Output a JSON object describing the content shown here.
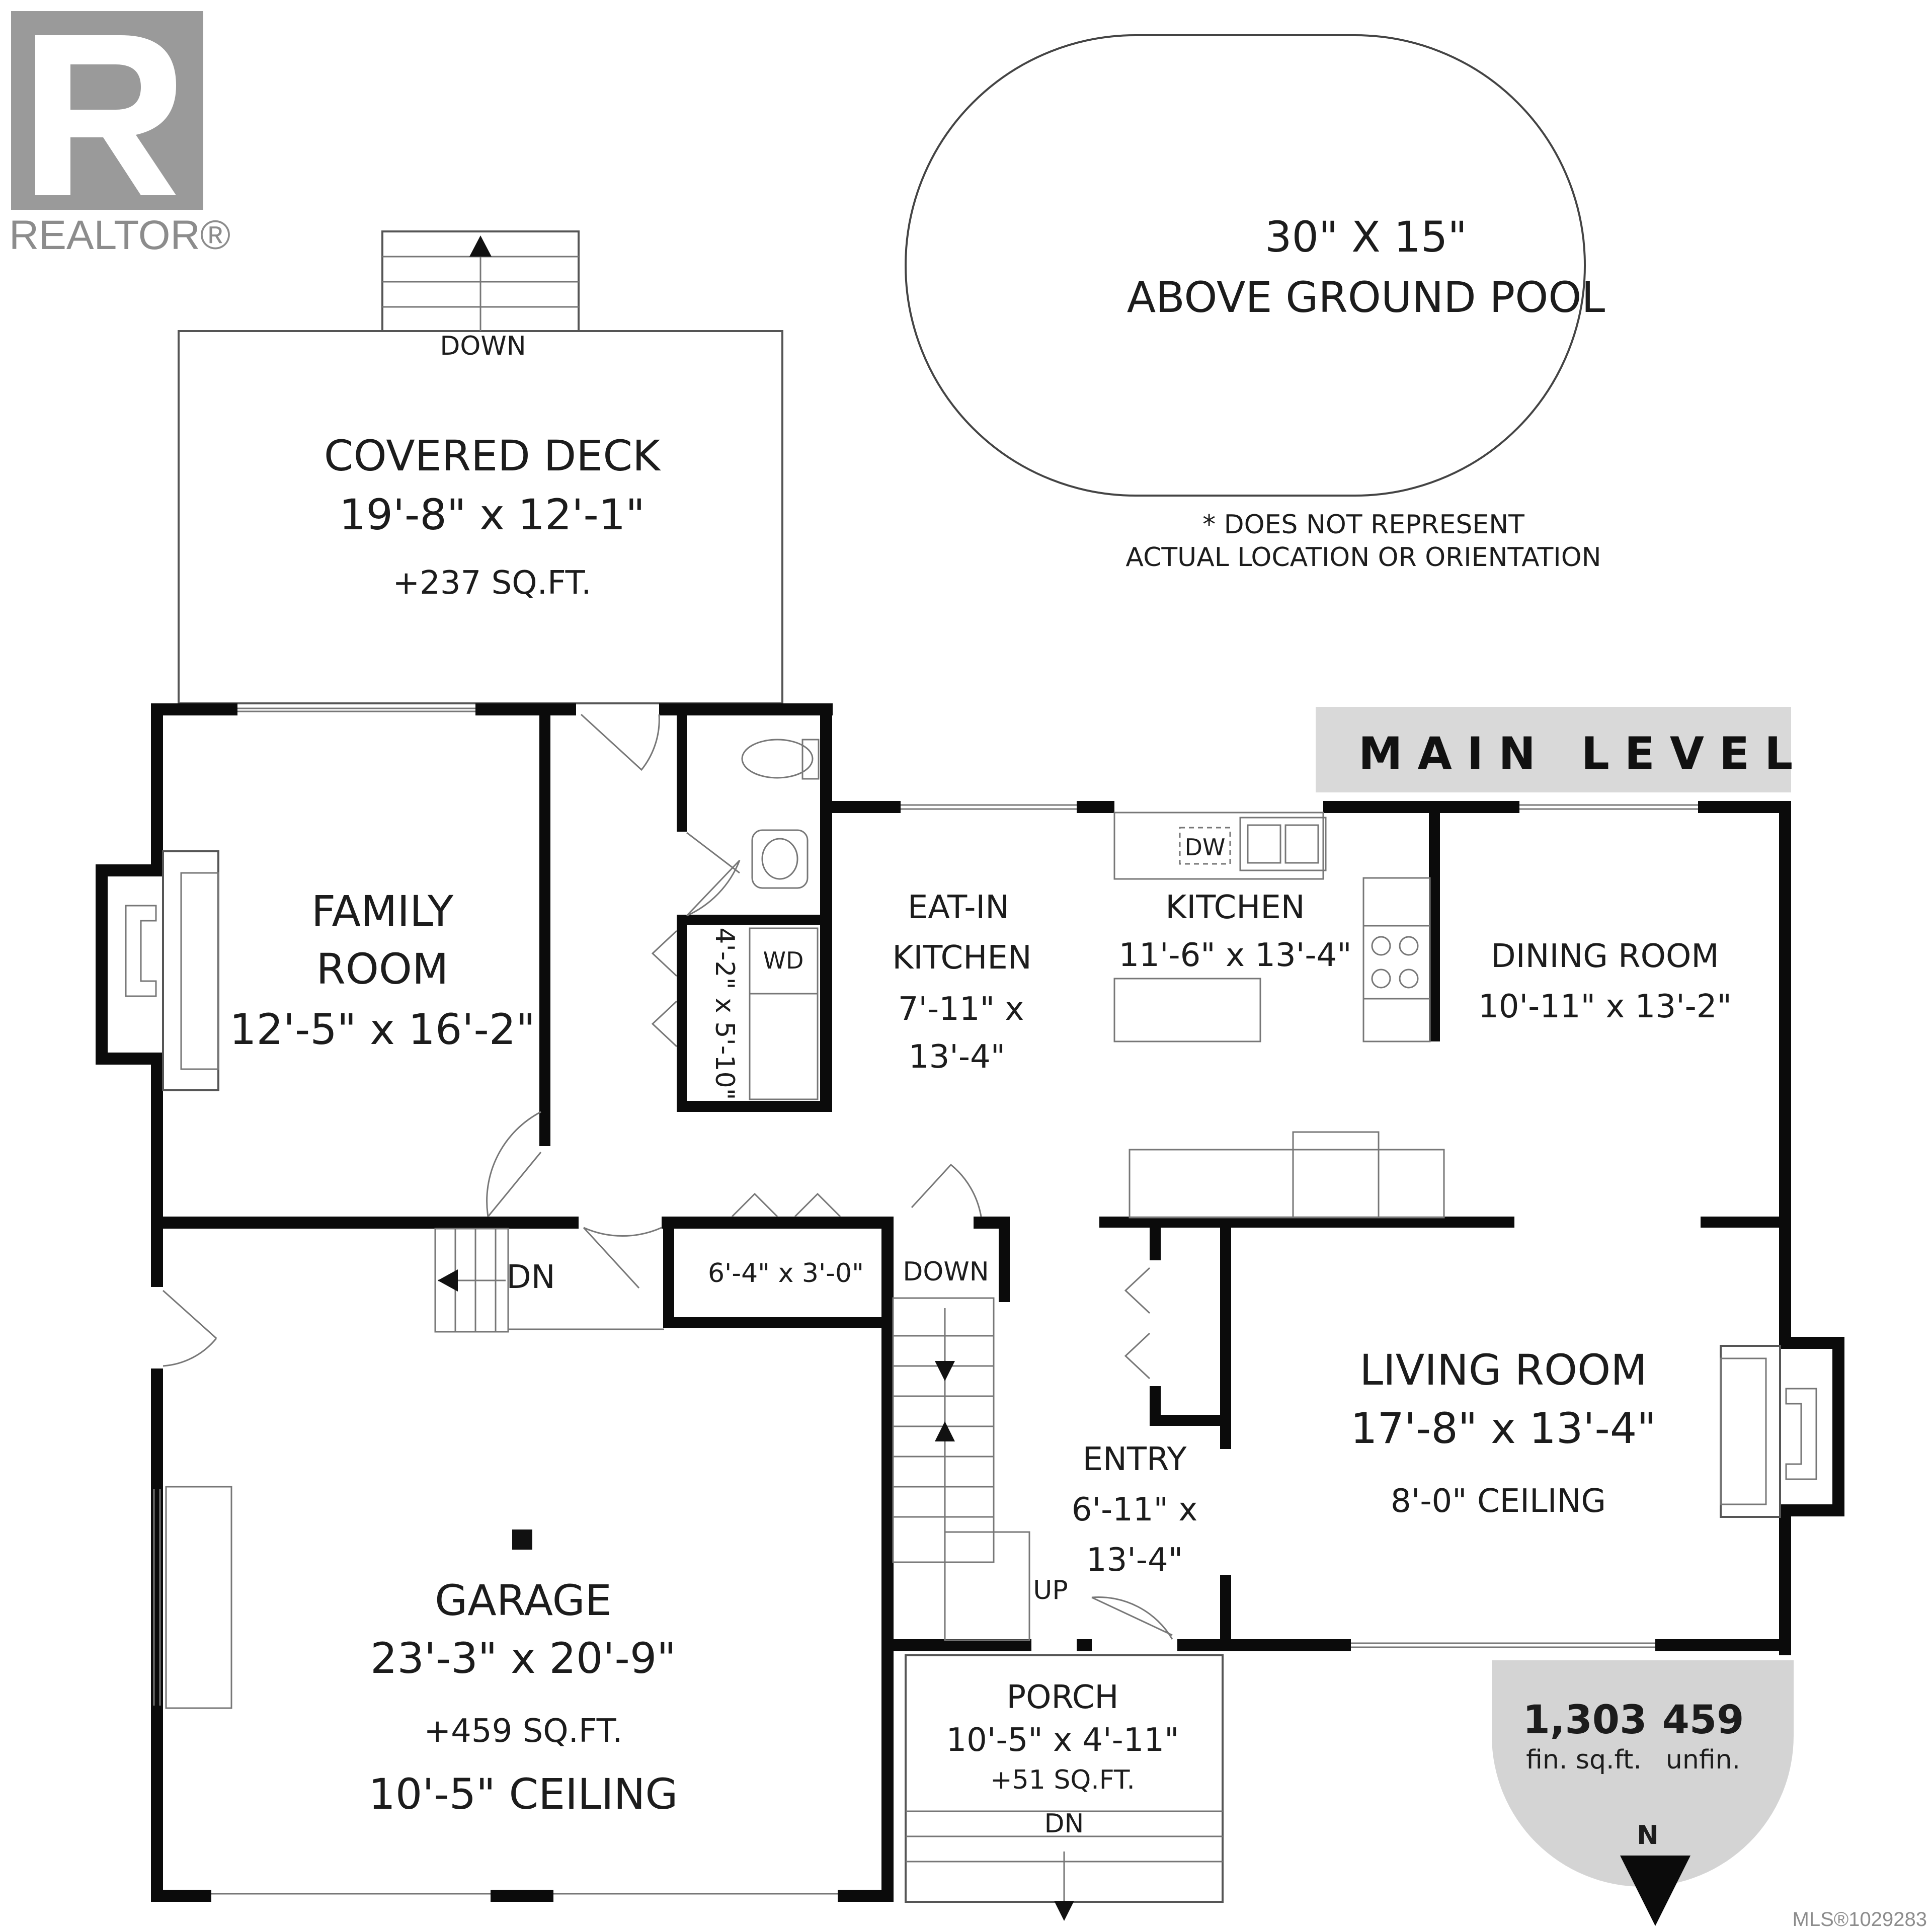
{
  "brand": {
    "logo_text": "REALTOR®"
  },
  "level_title": "MAIN  LEVEL",
  "pool": {
    "line1": "30\" X 15\"",
    "line2": "ABOVE GROUND POOL"
  },
  "pool_note": {
    "line1": "* DOES NOT REPRESENT",
    "line2": "ACTUAL LOCATION OR ORIENTATION"
  },
  "rooms": {
    "covered_deck": {
      "name": "COVERED DECK",
      "dims": "19'-8\" x 12'-1\"",
      "area": "+237 SQ.FT."
    },
    "family_room": {
      "name1": "FAMILY",
      "name2": "ROOM",
      "dims": "12'-5\" x 16'-2\""
    },
    "eat_in_kitchen": {
      "name1": "EAT-IN",
      "name2": "KITCHEN",
      "dims1": "7'-11\" x",
      "dims2": "13'-4\""
    },
    "kitchen": {
      "name": "KITCHEN",
      "dims": "11'-6\" x 13'-4\""
    },
    "dining_room": {
      "name": "DINING ROOM",
      "dims": "10'-11\" x 13'-2\""
    },
    "laundry": {
      "dims": "4'-2\" x 5'-10\""
    },
    "closet": {
      "dims": "6'-4\" x 3'-0\""
    },
    "living_room": {
      "name": "LIVING ROOM",
      "dims": "17'-8\" x 13'-4\"",
      "ceiling": "8'-0\" CEILING"
    },
    "entry": {
      "name": "ENTRY",
      "dims1": "6'-11\" x",
      "dims2": "13'-4\""
    },
    "garage": {
      "name": "GARAGE",
      "dims": "23'-3\" x 20'-9\"",
      "area": "+459 SQ.FT.",
      "ceiling": "10'-5\" CEILING"
    },
    "porch": {
      "name": "PORCH",
      "dims": "10'-5\" x 4'-11\"",
      "area": "+51 SQ.FT."
    }
  },
  "stair_labels": {
    "deck_down": "DOWN",
    "garage_dn": "DN",
    "main_down": "DOWN",
    "up": "UP",
    "porch_dn": "DN"
  },
  "appliances": {
    "dishwasher": "DW",
    "washer_dryer": "WD"
  },
  "summary": {
    "finished_value": "1,303",
    "finished_label": "fin. sq.ft.",
    "unfinished_value": "459",
    "unfinished_label": "unfin."
  },
  "compass": {
    "label": "N"
  },
  "mls": "MLS®1029283",
  "colors": {
    "wall": "#0b0b0b",
    "title_band": "#d9d9d9",
    "summary_badge": "#d4d4d4"
  }
}
